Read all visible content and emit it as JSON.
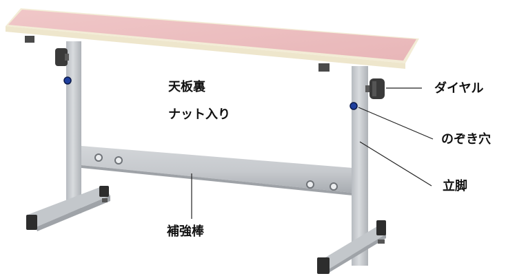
{
  "labels": {
    "tenban_ura": "天板裏",
    "nut_iri": "ナット入り",
    "dial": "ダイヤル",
    "nozoki_ana": "のぞき穴",
    "tachiashi": "立脚",
    "hokyobou": "補強棒"
  },
  "colors": {
    "tabletop": "#ecbcbd",
    "edge": "#f3ecd6",
    "frame": "#c9ccd0",
    "frame_shadow": "#a9adb2",
    "knob": "#3a3a3a",
    "peephole": "#1f3f9e",
    "foot": "#2d2d2d"
  },
  "icons": [
    "dial-knob-icon",
    "peephole-icon"
  ]
}
